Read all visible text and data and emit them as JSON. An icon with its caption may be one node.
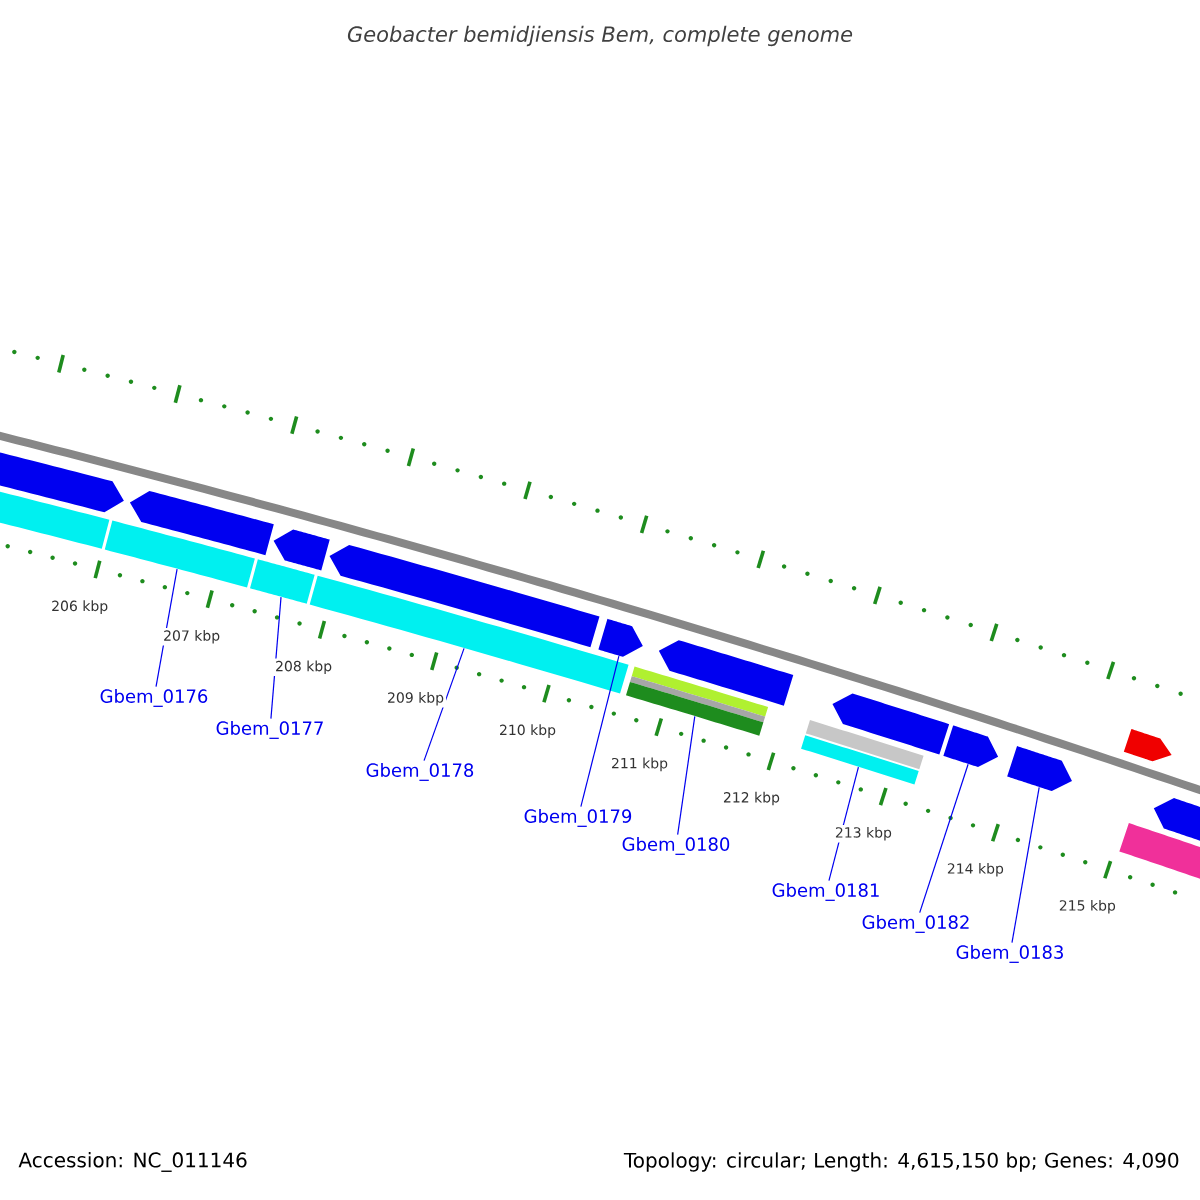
{
  "diagram": {
    "title": "Geobacter bemidjiensis Bem, complete genome",
    "nodes": [
      {
        "text": [
          "Gbem_0176"
        ]
      },
      {
        "text": [
          "Gbem_0177"
        ]
      },
      {
        "text": [
          "Gbem_0178"
        ]
      },
      {
        "text": [
          "Gbem_0179"
        ]
      },
      {
        "text": [
          "Gbem_0180"
        ]
      },
      {
        "text": [
          "Gbem_0181"
        ]
      },
      {
        "text": [
          "Gbem_0182"
        ]
      },
      {
        "text": [
          "Gbem_0183"
        ]
      },
      {
        "text": [],
        "shape": "arrow"
      },
      {
        "text": [],
        "shape": "bar"
      },
      {
        "text": [],
        "shape": "bar"
      },
      {
        "text": [],
        "shape": "arrow"
      },
      {
        "text": [],
        "shape": "bar"
      },
      {
        "text": [],
        "shape": "arrow"
      },
      {
        "text": [],
        "shape": "bar"
      },
      {
        "text": [],
        "shape": "arrow"
      },
      {
        "text": [],
        "shape": "arrow"
      },
      {
        "text": [],
        "shape": "bar"
      },
      {
        "text": [],
        "shape": "arrow"
      },
      {
        "text": [],
        "shape": "bar"
      },
      {
        "text": [],
        "shape": "arrow"
      },
      {
        "text": [],
        "shape": "arrow"
      },
      {
        "text": [],
        "shape": "arrow"
      },
      {
        "text": [],
        "shape": "arrow"
      },
      {
        "text": [],
        "shape": "bar"
      },
      {
        "text": [],
        "shape": "arrow"
      }
    ],
    "edges": [
      {
        "from": 0,
        "to": 10,
        "arrow": "none"
      },
      {
        "from": 1,
        "to": 12,
        "arrow": "none"
      },
      {
        "from": 2,
        "to": 14,
        "arrow": "none"
      },
      {
        "from": 3,
        "to": 16,
        "arrow": "none"
      },
      {
        "from": 4,
        "to": 17,
        "arrow": "none"
      },
      {
        "from": 5,
        "to": 19,
        "arrow": "none"
      },
      {
        "from": 6,
        "to": 21,
        "arrow": "none"
      },
      {
        "from": 7,
        "to": 22,
        "arrow": "none"
      }
    ],
    "labels": [
      "206 kbp",
      "207 kbp",
      "208 kbp",
      "209 kbp",
      "210 kbp",
      "211 kbp",
      "212 kbp",
      "213 kbp",
      "214 kbp",
      "215 kbp",
      "Accession: NC_011146",
      "Topology: circular; Length: 4,615,150 bp; Genes: 4,090"
    ]
  }
}
